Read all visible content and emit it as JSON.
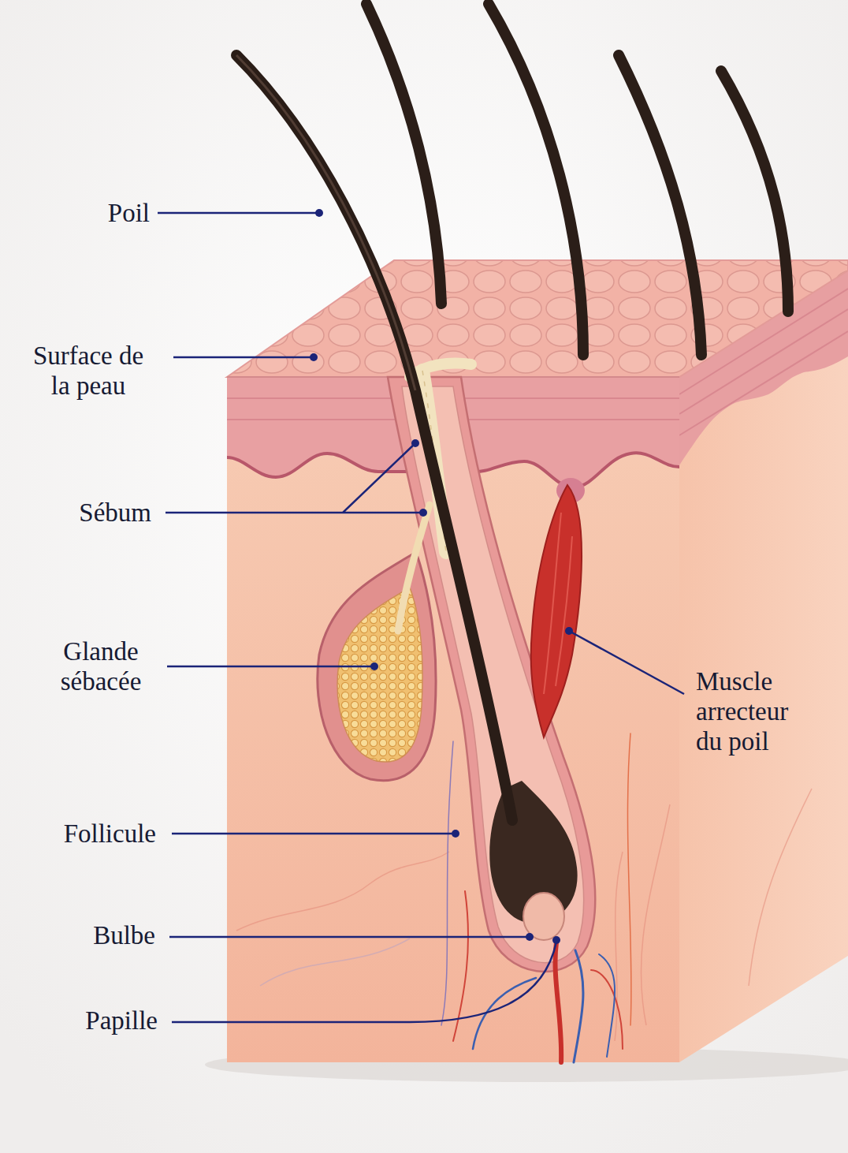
{
  "diagram": {
    "labels": [
      "Poil",
      "Surface de la peau",
      "Sébum",
      "Glande sébacée",
      "Follicule",
      "Bulbe",
      "Papille",
      "Muscle arrecteur du poil"
    ]
  }
}
